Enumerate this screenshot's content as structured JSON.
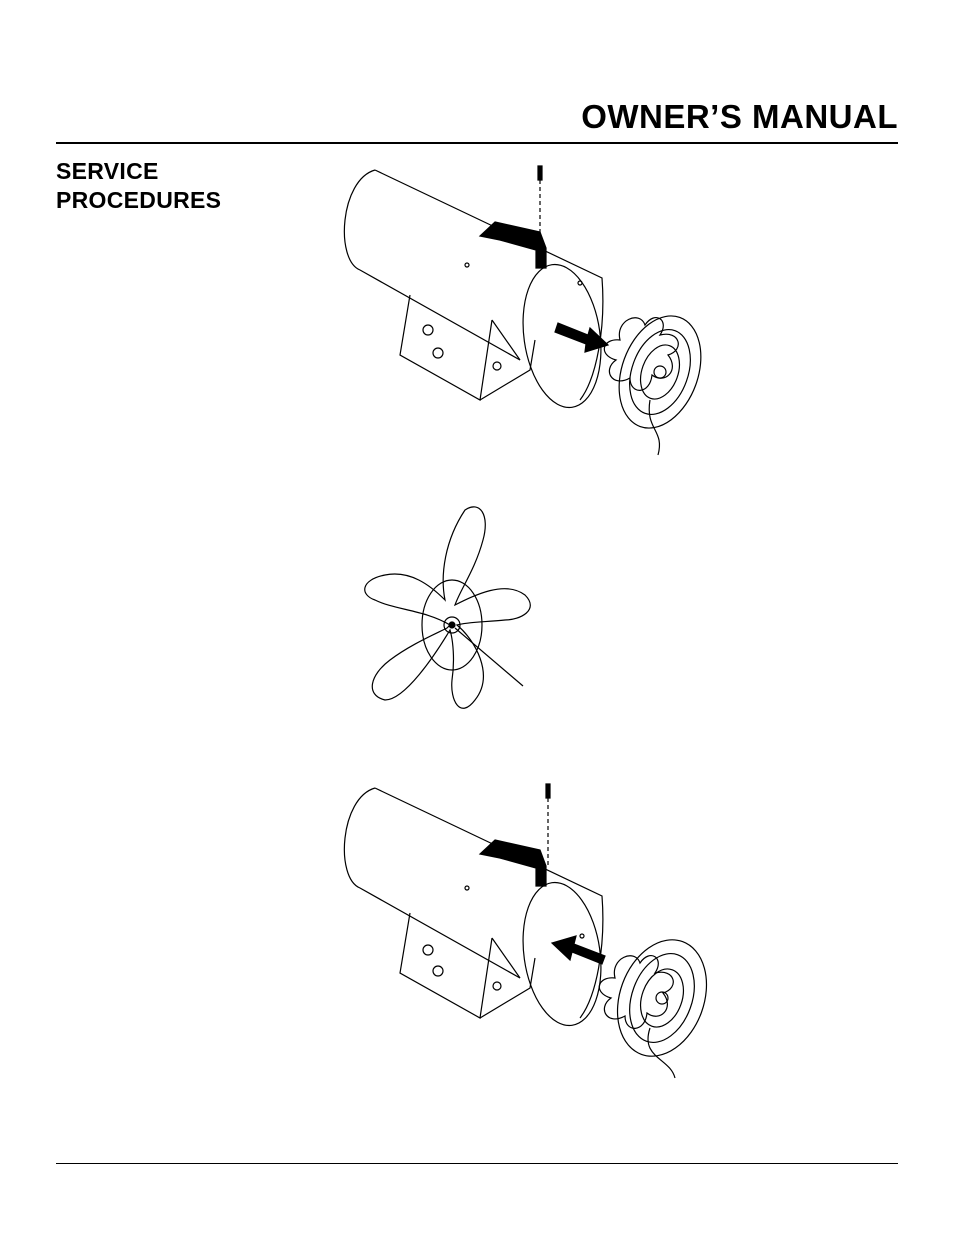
{
  "header": {
    "title": "OWNER’S MANUAL"
  },
  "section": {
    "line1": "SERVICE",
    "line2": "PROCEDURES"
  },
  "figures": [
    {
      "name": "fan-removal-illustration",
      "arrow_direction": "out"
    },
    {
      "name": "fan-blade-illustration"
    },
    {
      "name": "fan-installation-illustration",
      "arrow_direction": "in"
    }
  ]
}
